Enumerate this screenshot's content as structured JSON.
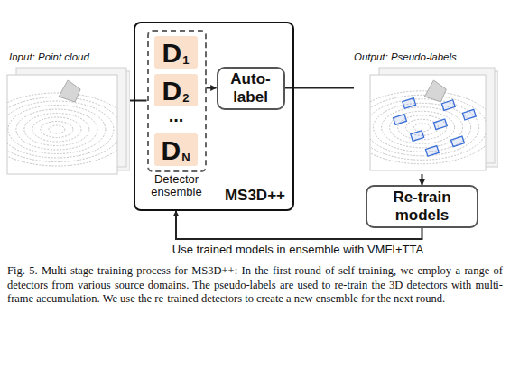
{
  "diagram": {
    "caption": "Fig. 5. Multi-stage training process for MS3D++: In the first round of self-training, we employ a range of detectors from various source domains. The pseudo-labels are used to re-train the 3D detectors with multi-frame accumulation. We use the re-trained detectors to create a new ensemble for the next round.",
    "nodes": [
      {
        "text": [
          "Input: Point cloud"
        ]
      },
      {
        "text": [
          "MS3D++"
        ]
      },
      {
        "text": [
          "Detector ensemble"
        ],
        "in": 1
      },
      {
        "text": [
          "D",
          "1"
        ],
        "in": 2
      },
      {
        "text": [
          "D",
          "2"
        ],
        "in": 2
      },
      {
        "text": [
          "D",
          "N"
        ],
        "in": 2
      },
      {
        "text": [
          "Auto-label"
        ],
        "in": 1
      },
      {
        "text": [
          "Output: Pseudo-labels"
        ]
      },
      {
        "text": [
          "Re-train models"
        ]
      }
    ],
    "edges": [
      {
        "from": 0,
        "to": 2,
        "arrow": "none"
      },
      {
        "from": 2,
        "to": 6,
        "arrow": "to"
      },
      {
        "from": 6,
        "to": 7,
        "arrow": "none"
      },
      {
        "from": 7,
        "to": 8,
        "arrow": "to"
      },
      {
        "from": 8,
        "to": 1,
        "label": "Use trained models in ensemble with VMFI+TTA",
        "arrow": "to"
      }
    ],
    "labels": [
      "..."
    ]
  }
}
